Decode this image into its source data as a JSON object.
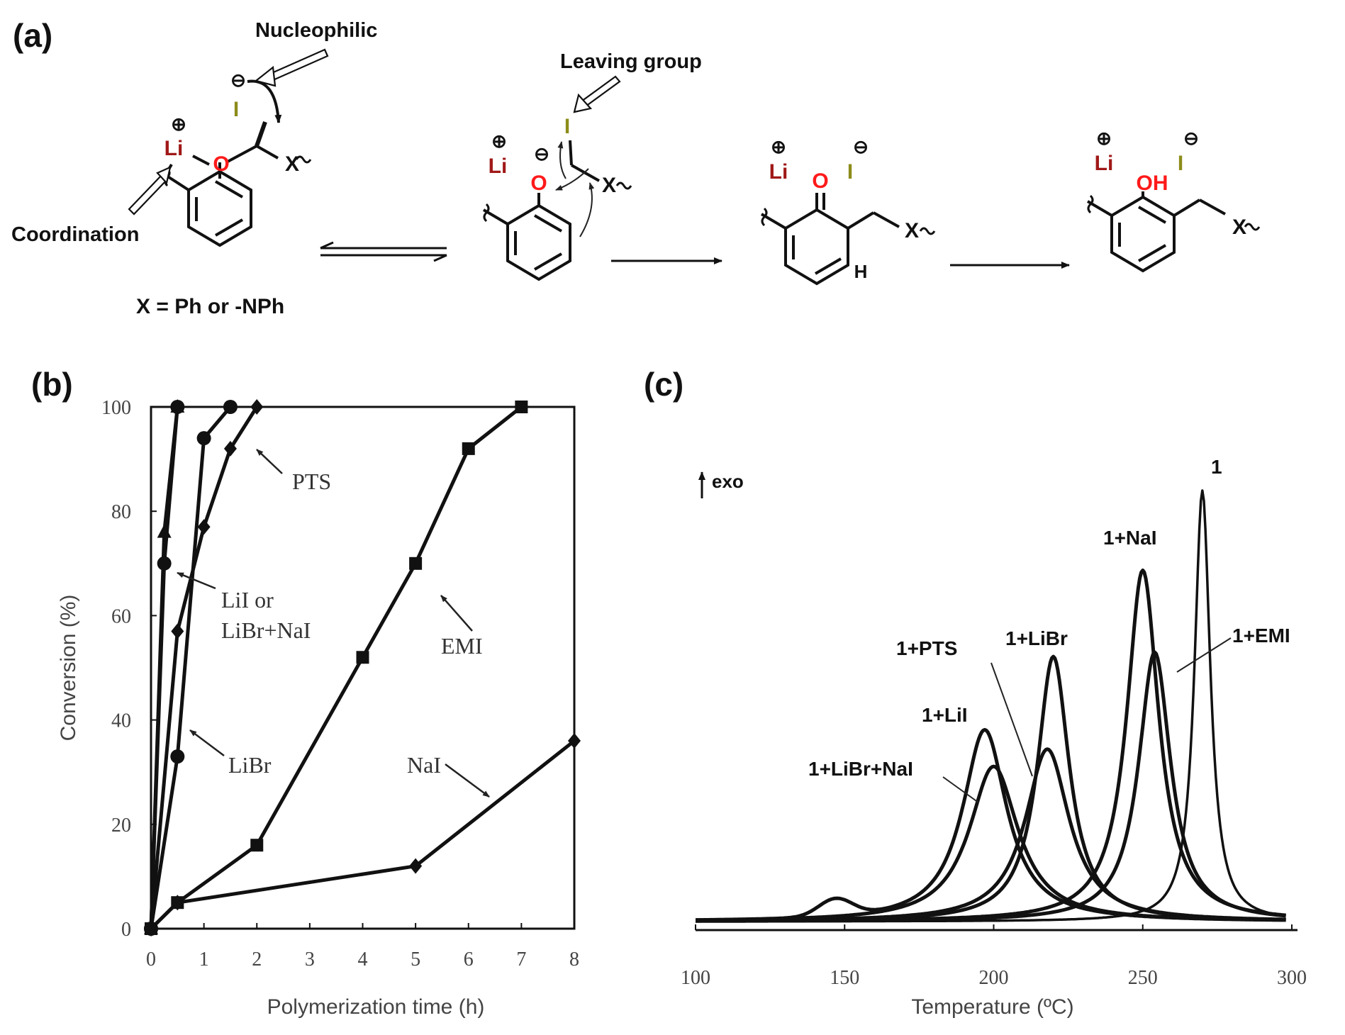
{
  "panels": {
    "a": "(a)",
    "b": "(b)",
    "c": "(c)"
  },
  "scheme": {
    "annotations": {
      "nucleophilic": "Nucleophilic",
      "leaving_group": "Leaving group",
      "coordination": "Coordination"
    },
    "x_definition": "X = Ph or -NPh",
    "atoms": {
      "li": "Li",
      "o": "O",
      "oh": "OH",
      "i": "I",
      "x": "X",
      "h": "H",
      "plus": "⊕",
      "minus": "⊖"
    },
    "colors": {
      "li": "#a01818",
      "oxygen": "#ff1a1a",
      "iodine": "#8c8c1a",
      "bond": "#111111"
    }
  },
  "chart_data": [
    {
      "type": "line",
      "xlabel": "Polymerization time (h)",
      "ylabel": "Conversion (%)",
      "xlim": [
        0,
        8
      ],
      "ylim": [
        0,
        100
      ],
      "xticks": [
        "0",
        "1",
        "2",
        "3",
        "4",
        "5",
        "6",
        "7",
        "8"
      ],
      "yticks": [
        "0",
        "20",
        "40",
        "60",
        "80",
        "100"
      ],
      "grid": false,
      "series": [
        {
          "name": "LiI or LiBr+NaI",
          "marker": "triangle",
          "x": [
            0,
            0.25,
            0.5
          ],
          "y": [
            0,
            76,
            100
          ]
        },
        {
          "name": "LiI or LiBr+NaI",
          "marker": "circle",
          "x": [
            0,
            0.25,
            0.5
          ],
          "y": [
            0,
            70,
            100
          ]
        },
        {
          "name": "LiBr",
          "marker": "circle",
          "x": [
            0,
            0.5,
            1,
            1.5
          ],
          "y": [
            0,
            33,
            94,
            100
          ]
        },
        {
          "name": "PTS",
          "marker": "diamond",
          "x": [
            0,
            0.5,
            1,
            1.5,
            2
          ],
          "y": [
            0,
            57,
            77,
            92,
            100
          ]
        },
        {
          "name": "EMI",
          "marker": "square",
          "x": [
            0,
            0.5,
            2,
            4,
            5,
            6,
            7
          ],
          "y": [
            0,
            5,
            16,
            52,
            70,
            92,
            100
          ]
        },
        {
          "name": "NaI",
          "marker": "diamond",
          "x": [
            0,
            0.5,
            5,
            8
          ],
          "y": [
            0,
            5,
            12,
            36
          ]
        }
      ],
      "annotations": [
        "PTS",
        "LiI or",
        "LiBr+NaI",
        "LiBr",
        "EMI",
        "NaI"
      ]
    },
    {
      "type": "line",
      "xlabel": "Temperature (ºC)",
      "ylabel": "",
      "xlim": [
        100,
        300
      ],
      "xticks": [
        "100",
        "150",
        "200",
        "250",
        "300"
      ],
      "y_indicator": "exo",
      "grid": false,
      "series": [
        {
          "name": "1",
          "peak_x": 270,
          "peak_height": 1.0,
          "width": 3.2,
          "bump_x": 0,
          "bump_h": 0
        },
        {
          "name": "1+NaI",
          "peak_x": 250,
          "peak_height": 0.815,
          "width": 6.5,
          "bump_x": 0,
          "bump_h": 0
        },
        {
          "name": "1+EMI",
          "peak_x": 254,
          "peak_height": 0.625,
          "width": 6.5,
          "bump_x": 0,
          "bump_h": 0
        },
        {
          "name": "1+LiBr",
          "peak_x": 220,
          "peak_height": 0.615,
          "width": 6.5,
          "bump_x": 0,
          "bump_h": 0
        },
        {
          "name": "1+PTS",
          "peak_x": 218,
          "peak_height": 0.4,
          "width": 9,
          "bump_x": 0,
          "bump_h": 0
        },
        {
          "name": "1+LiI",
          "peak_x": 197,
          "peak_height": 0.445,
          "width": 9,
          "bump_x": 147,
          "bump_h": 0.04
        },
        {
          "name": "1+LiBr+NaI",
          "peak_x": 200,
          "peak_height": 0.36,
          "width": 10,
          "bump_x": 0,
          "bump_h": 0
        }
      ],
      "annotations": [
        "1",
        "1+NaI",
        "1+EMI",
        "1+LiBr",
        "1+PTS",
        "1+LiI",
        "1+LiBr+NaI"
      ]
    }
  ]
}
